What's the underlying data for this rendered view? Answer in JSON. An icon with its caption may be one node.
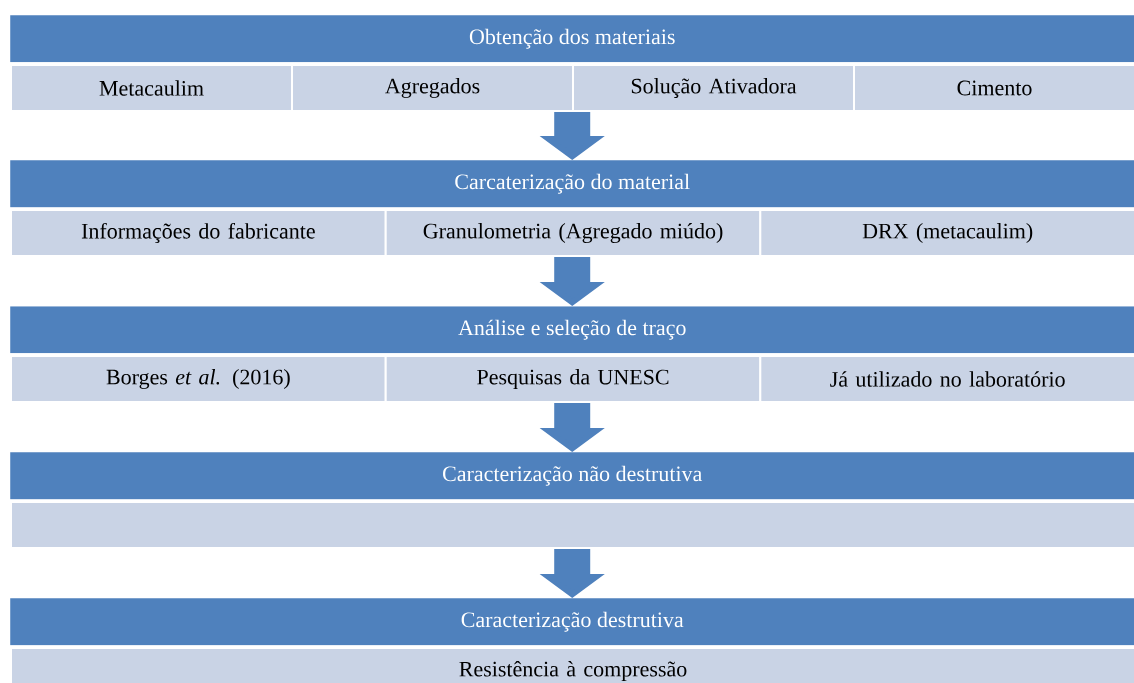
{
  "diagram": {
    "nodes": [
      {
        "text": [
          "Obtenção dos materiais"
        ]
      },
      {
        "text": [
          "Metacaulim"
        ]
      },
      {
        "text": [
          "Agregados"
        ]
      },
      {
        "text": [
          "Solução Ativadora"
        ]
      },
      {
        "text": [
          "Cimento"
        ]
      },
      {
        "text": [
          "Carcaterização do material"
        ]
      },
      {
        "text": [
          "Informações do fabricante"
        ]
      },
      {
        "text": [
          "Granulometria (Agregado miúdo)"
        ]
      },
      {
        "text": [
          "DRX (metacaulim)"
        ]
      },
      {
        "text": [
          "Análise e seleção de traço"
        ]
      },
      {
        "text": [
          "Borges *et al.* (2016)"
        ]
      },
      {
        "text": [
          "Pesquisas da UNESC"
        ]
      },
      {
        "text": [
          "Já utilizado no laboratório"
        ]
      },
      {
        "text": [
          "Caracterização não destrutiva"
        ]
      },
      {
        "text": [],
        "shape": "box"
      },
      {
        "text": [
          "Caracterização destrutiva"
        ]
      },
      {
        "text": [
          "Resistência à compressão"
        ]
      }
    ],
    "edges": [
      {
        "from": 2,
        "to": 5,
        "arrow": "to"
      },
      {
        "from": 7,
        "to": 9,
        "arrow": "to"
      },
      {
        "from": 11,
        "to": 13,
        "arrow": "to"
      },
      {
        "from": 14,
        "to": 15,
        "arrow": "to"
      }
    ]
  }
}
